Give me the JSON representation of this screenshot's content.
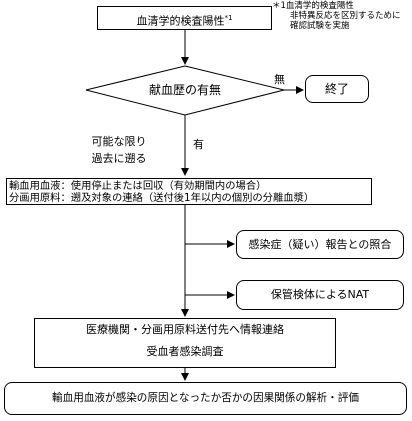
{
  "flow": {
    "start_box": {
      "text": "血清学的検査陽性",
      "superscript": "*1"
    },
    "footnote": {
      "line1": "＊1血清学的検査陽性",
      "line2": "非特異反応を区別するために",
      "line3": "確認試験を実施"
    },
    "decision": {
      "text": "献血歴の有無",
      "no_label": "無",
      "yes_label": "有"
    },
    "end_box": {
      "text": "終了"
    },
    "trace_note": {
      "line1": "可能な限り",
      "line2": "過去に遡る"
    },
    "action_box": {
      "line1": "輸血用血液：使用停止または回収（有効期間内の場合）",
      "line2": "分画用原料：遡及対象の連絡（送付後1年以内の個別の分離血漿）"
    },
    "side_box_1": {
      "text": "感染症（疑い）報告との照合"
    },
    "side_box_2": {
      "text": "保管検体によるNAT"
    },
    "notify_box": {
      "line1": "医療機関・分画用原料送付先へ情報連絡",
      "line2": "受血者感染調査"
    },
    "final_box": {
      "text": "輸血用血液が感染の原因となったか否かの因果関係の解析・評価"
    }
  },
  "colors": {
    "line": "#000000",
    "background": "#ffffff"
  }
}
